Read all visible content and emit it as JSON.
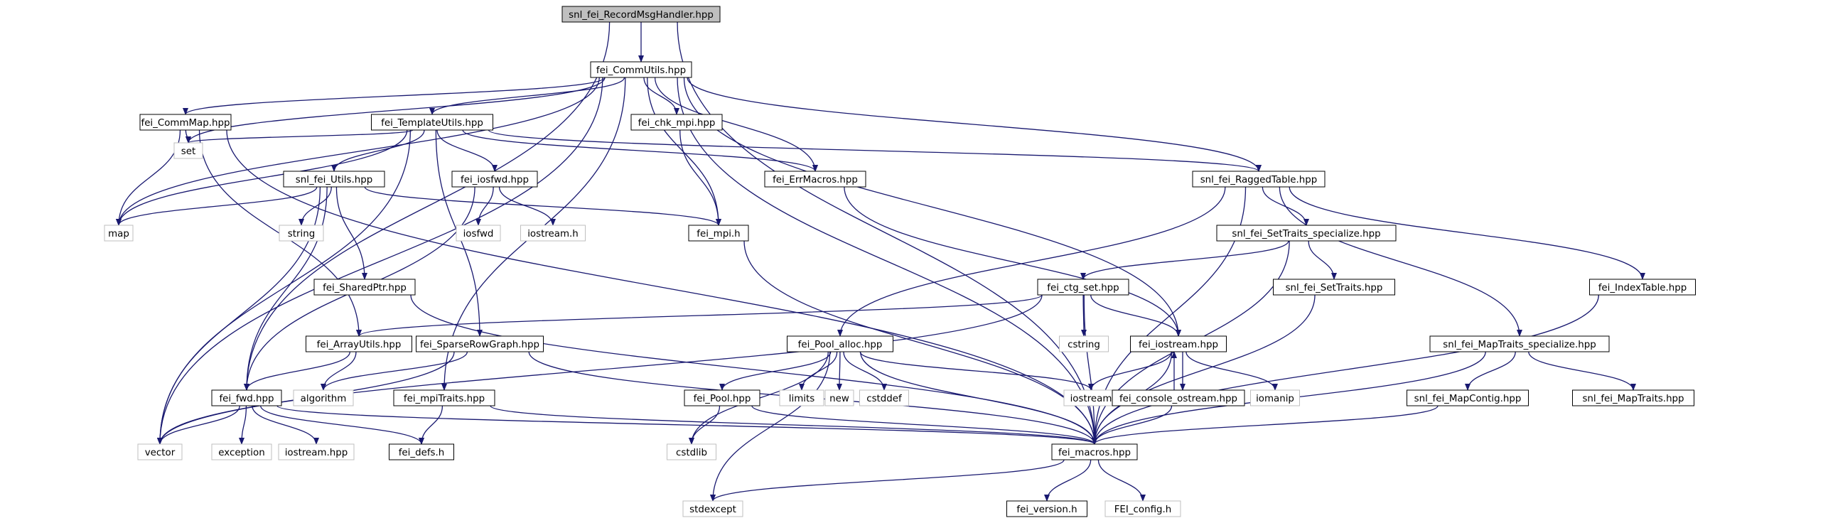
{
  "graph": {
    "type": "include-dependency-graph",
    "edge_color": "#191970",
    "root_fill": "#bfbfbf",
    "missing_border": "#bfbfbf",
    "nodes": [
      {
        "id": "root",
        "label": "snl_fei_RecordMsgHandler.hpp",
        "style": "root"
      },
      {
        "id": "commutils",
        "label": "fei_CommUtils.hpp",
        "style": "black"
      },
      {
        "id": "commmap",
        "label": "fei_CommMap.hpp",
        "style": "black"
      },
      {
        "id": "templateutils",
        "label": "fei_TemplateUtils.hpp",
        "style": "black"
      },
      {
        "id": "chkmpi",
        "label": "fei_chk_mpi.hpp",
        "style": "black"
      },
      {
        "id": "set",
        "label": "set",
        "style": "gray"
      },
      {
        "id": "snlutils",
        "label": "snl_fei_Utils.hpp",
        "style": "black"
      },
      {
        "id": "iosfwdhpp",
        "label": "fei_iosfwd.hpp",
        "style": "black"
      },
      {
        "id": "errmacros",
        "label": "fei_ErrMacros.hpp",
        "style": "black"
      },
      {
        "id": "raggedtable",
        "label": "snl_fei_RaggedTable.hpp",
        "style": "black"
      },
      {
        "id": "map",
        "label": "map",
        "style": "gray"
      },
      {
        "id": "string",
        "label": "string",
        "style": "gray"
      },
      {
        "id": "iosfwd",
        "label": "iosfwd",
        "style": "gray"
      },
      {
        "id": "iostreamh",
        "label": "iostream.h",
        "style": "gray"
      },
      {
        "id": "mpih",
        "label": "fei_mpi.h",
        "style": "black"
      },
      {
        "id": "settraitsspec",
        "label": "snl_fei_SetTraits_specialize.hpp",
        "style": "black"
      },
      {
        "id": "sharedptr",
        "label": "fei_SharedPtr.hpp",
        "style": "black"
      },
      {
        "id": "ctgset",
        "label": "fei_ctg_set.hpp",
        "style": "black"
      },
      {
        "id": "settraits",
        "label": "snl_fei_SetTraits.hpp",
        "style": "black"
      },
      {
        "id": "indextable",
        "label": "fei_IndexTable.hpp",
        "style": "black"
      },
      {
        "id": "cstring",
        "label": "cstring",
        "style": "gray"
      },
      {
        "id": "arrayutils",
        "label": "fei_ArrayUtils.hpp",
        "style": "black"
      },
      {
        "id": "sparserow",
        "label": "fei_SparseRowGraph.hpp",
        "style": "black"
      },
      {
        "id": "poolalloc",
        "label": "fei_Pool_alloc.hpp",
        "style": "black"
      },
      {
        "id": "feiiostream",
        "label": "fei_iostream.hpp",
        "style": "black"
      },
      {
        "id": "maptraitsspec",
        "label": "snl_fei_MapTraits_specialize.hpp",
        "style": "black"
      },
      {
        "id": "fwd",
        "label": "fei_fwd.hpp",
        "style": "black"
      },
      {
        "id": "algorithm",
        "label": "algorithm",
        "style": "gray"
      },
      {
        "id": "mpitraits",
        "label": "fei_mpiTraits.hpp",
        "style": "black"
      },
      {
        "id": "pool",
        "label": "fei_Pool.hpp",
        "style": "black"
      },
      {
        "id": "limits",
        "label": "limits",
        "style": "gray"
      },
      {
        "id": "new",
        "label": "new",
        "style": "gray"
      },
      {
        "id": "cstddef",
        "label": "cstddef",
        "style": "gray"
      },
      {
        "id": "iostream",
        "label": "iostream",
        "style": "gray"
      },
      {
        "id": "consoleostream",
        "label": "fei_console_ostream.hpp",
        "style": "black"
      },
      {
        "id": "iomanip",
        "label": "iomanip",
        "style": "gray"
      },
      {
        "id": "mapcontig",
        "label": "snl_fei_MapContig.hpp",
        "style": "black"
      },
      {
        "id": "maptraits",
        "label": "snl_fei_MapTraits.hpp",
        "style": "black"
      },
      {
        "id": "vector",
        "label": "vector",
        "style": "gray"
      },
      {
        "id": "exception",
        "label": "exception",
        "style": "gray"
      },
      {
        "id": "iostreamhpp",
        "label": "iostream.hpp",
        "style": "gray"
      },
      {
        "id": "defs",
        "label": "fei_defs.h",
        "style": "black"
      },
      {
        "id": "cstdlib",
        "label": "cstdlib",
        "style": "gray"
      },
      {
        "id": "macros",
        "label": "fei_macros.hpp",
        "style": "black"
      },
      {
        "id": "stdexcept",
        "label": "stdexcept",
        "style": "gray"
      },
      {
        "id": "version",
        "label": "fei_version.h",
        "style": "black"
      },
      {
        "id": "config",
        "label": "FEI_config.h",
        "style": "gray"
      }
    ],
    "edges": [
      [
        "root",
        "commutils"
      ],
      [
        "root",
        "fwd"
      ],
      [
        "root",
        "macros"
      ],
      [
        "commutils",
        "commmap"
      ],
      [
        "commutils",
        "templateutils"
      ],
      [
        "commutils",
        "chkmpi"
      ],
      [
        "commutils",
        "set"
      ],
      [
        "commutils",
        "map"
      ],
      [
        "commutils",
        "vector"
      ],
      [
        "commutils",
        "mpih"
      ],
      [
        "commutils",
        "errmacros"
      ],
      [
        "commutils",
        "raggedtable"
      ],
      [
        "commutils",
        "feiiostream"
      ],
      [
        "commutils",
        "mpitraits"
      ],
      [
        "commutils",
        "macros"
      ],
      [
        "commmap",
        "set"
      ],
      [
        "commmap",
        "map"
      ],
      [
        "commmap",
        "arrayutils"
      ],
      [
        "commmap",
        "macros"
      ],
      [
        "templateutils",
        "set"
      ],
      [
        "templateutils",
        "map"
      ],
      [
        "templateutils",
        "vector"
      ],
      [
        "templateutils",
        "snlutils"
      ],
      [
        "templateutils",
        "iosfwdhpp"
      ],
      [
        "templateutils",
        "errmacros"
      ],
      [
        "templateutils",
        "raggedtable"
      ],
      [
        "templateutils",
        "sparserow"
      ],
      [
        "chkmpi",
        "mpih"
      ],
      [
        "snlutils",
        "map"
      ],
      [
        "snlutils",
        "string"
      ],
      [
        "snlutils",
        "vector"
      ],
      [
        "snlutils",
        "fwd"
      ],
      [
        "snlutils",
        "mpih"
      ],
      [
        "snlutils",
        "sharedptr"
      ],
      [
        "iosfwdhpp",
        "iosfwd"
      ],
      [
        "iosfwdhpp",
        "iostreamh"
      ],
      [
        "iosfwdhpp",
        "fwd"
      ],
      [
        "errmacros",
        "feiiostream"
      ],
      [
        "mpih",
        "macros"
      ],
      [
        "raggedtable",
        "settraitsspec"
      ],
      [
        "raggedtable",
        "indextable"
      ],
      [
        "raggedtable",
        "poolalloc"
      ],
      [
        "raggedtable",
        "maptraitsspec"
      ],
      [
        "raggedtable",
        "macros"
      ],
      [
        "settraitsspec",
        "ctgset"
      ],
      [
        "settraitsspec",
        "settraits"
      ],
      [
        "settraitsspec",
        "macros"
      ],
      [
        "sharedptr",
        "macros"
      ],
      [
        "ctgset",
        "cstring"
      ],
      [
        "ctgset",
        "feiiostream"
      ],
      [
        "ctgset",
        "arrayutils"
      ],
      [
        "ctgset",
        "vector"
      ],
      [
        "ctgset",
        "macros"
      ],
      [
        "settraits",
        "macros"
      ],
      [
        "indextable",
        "macros"
      ],
      [
        "arrayutils",
        "algorithm"
      ],
      [
        "arrayutils",
        "fwd"
      ],
      [
        "sparserow",
        "vector"
      ],
      [
        "sparserow",
        "algorithm"
      ],
      [
        "sparserow",
        "macros"
      ],
      [
        "poolalloc",
        "pool"
      ],
      [
        "poolalloc",
        "limits"
      ],
      [
        "poolalloc",
        "new"
      ],
      [
        "poolalloc",
        "cstddef"
      ],
      [
        "poolalloc",
        "cstdlib"
      ],
      [
        "poolalloc",
        "stdexcept"
      ],
      [
        "poolalloc",
        "iostream"
      ],
      [
        "poolalloc",
        "macros"
      ],
      [
        "feiiostream",
        "iostream"
      ],
      [
        "feiiostream",
        "consoleostream"
      ],
      [
        "feiiostream",
        "iomanip"
      ],
      [
        "feiiostream",
        "macros"
      ],
      [
        "consoleostream",
        "feiiostream"
      ],
      [
        "consoleostream",
        "macros"
      ],
      [
        "maptraitsspec",
        "mapcontig"
      ],
      [
        "maptraitsspec",
        "maptraits"
      ],
      [
        "maptraitsspec",
        "macros"
      ],
      [
        "mapcontig",
        "macros"
      ],
      [
        "fwd",
        "vector"
      ],
      [
        "fwd",
        "exception"
      ],
      [
        "fwd",
        "iostreamhpp"
      ],
      [
        "fwd",
        "defs"
      ],
      [
        "fwd",
        "macros"
      ],
      [
        "mpitraits",
        "defs"
      ],
      [
        "mpitraits",
        "macros"
      ],
      [
        "pool",
        "cstdlib"
      ],
      [
        "pool",
        "macros"
      ],
      [
        "macros",
        "stdexcept"
      ],
      [
        "macros",
        "version"
      ],
      [
        "macros",
        "config"
      ]
    ]
  }
}
